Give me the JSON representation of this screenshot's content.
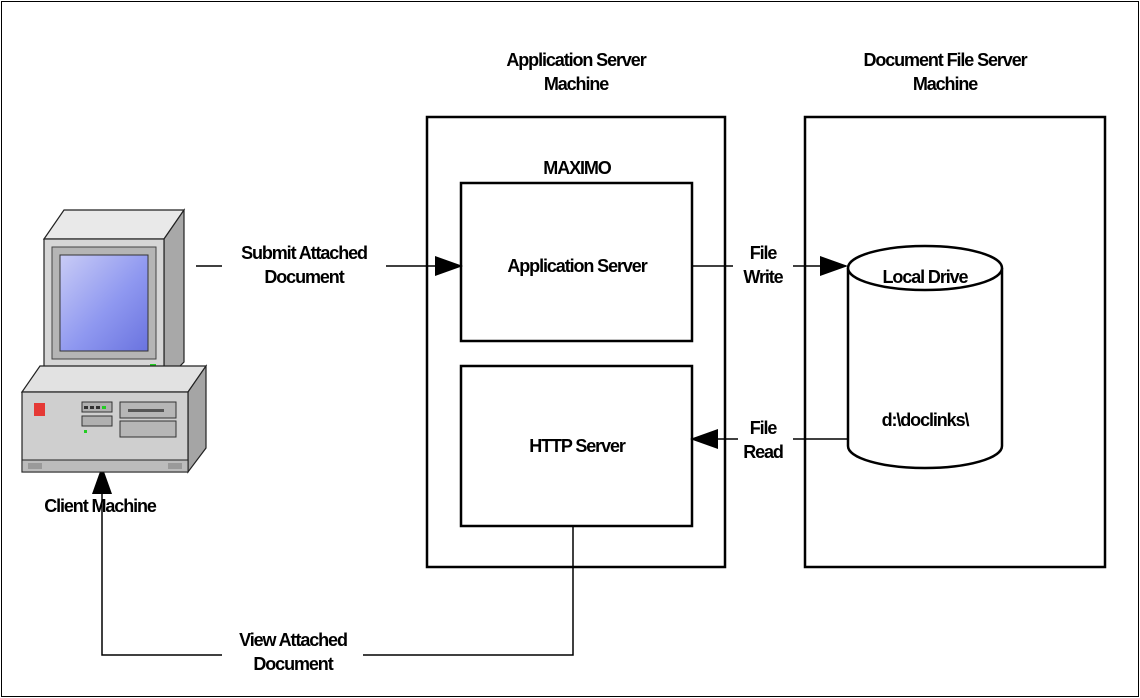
{
  "labels": {
    "app_server_machine": [
      "Application Server",
      "Machine"
    ],
    "doc_server_machine": [
      "Document File Server",
      "Machine"
    ],
    "maximo": "MAXIMO",
    "application_server": "Application Server",
    "http_server": "HTTP Server",
    "local_drive": "Local Drive",
    "doclinks_path": "d:\\doclinks\\",
    "client_machine": "Client Machine",
    "submit": [
      "Submit Attached",
      "Document"
    ],
    "file_write": [
      "File",
      "Write"
    ],
    "file_read": [
      "File",
      "Read"
    ],
    "view": [
      "View Attached",
      "Document"
    ]
  },
  "colors": {
    "stroke": "#000000",
    "monitor_case": "#d6d6d6",
    "screen": "#8f98f0",
    "power_led": "#22cc22",
    "logo_red": "#e53935"
  },
  "icons": [
    "computer-icon",
    "database-cylinder-icon"
  ]
}
